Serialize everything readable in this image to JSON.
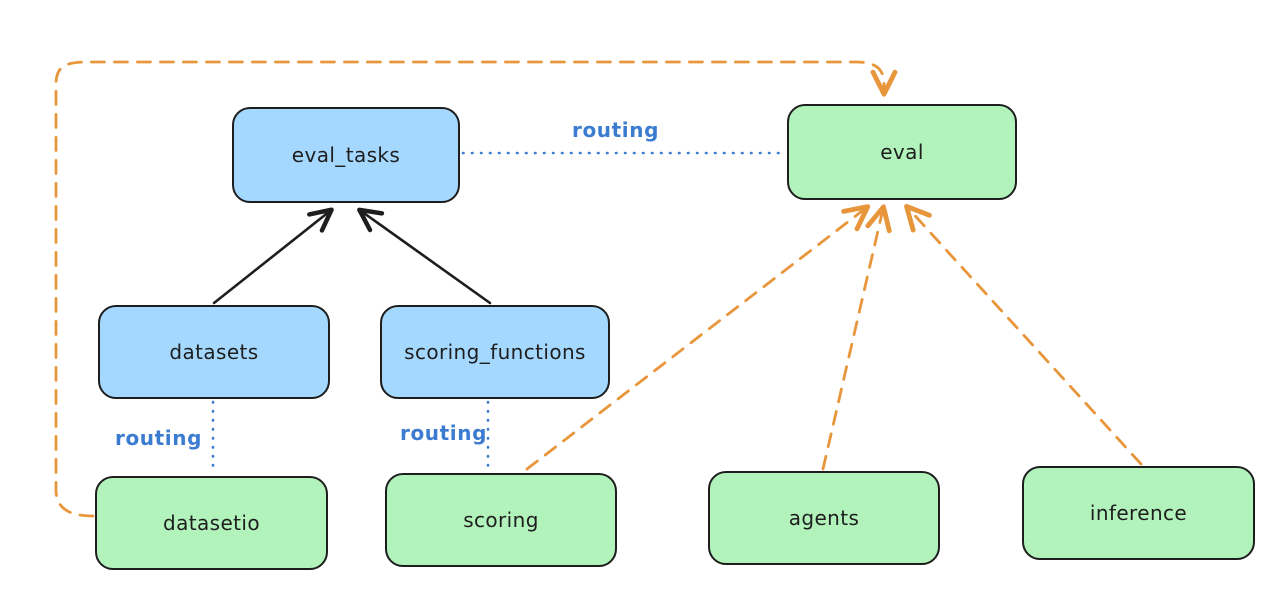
{
  "colors": {
    "background": "#ffffff",
    "node_stroke": "#1e1e1e",
    "blue_fill": "#a5d8ff",
    "green_fill": "#b2f2bb",
    "routing_blue": "#3b7cd0",
    "orange_dashed": "#e8963c",
    "black_arrow": "#1e1e1e"
  },
  "nodes": [
    {
      "id": "eval_tasks",
      "label": "eval_tasks",
      "color": "blue"
    },
    {
      "id": "eval",
      "label": "eval",
      "color": "green"
    },
    {
      "id": "datasets",
      "label": "datasets",
      "color": "blue"
    },
    {
      "id": "scoring_functions",
      "label": "scoring_functions",
      "color": "blue"
    },
    {
      "id": "datasetio",
      "label": "datasetio",
      "color": "green"
    },
    {
      "id": "scoring",
      "label": "scoring",
      "color": "green"
    },
    {
      "id": "agents",
      "label": "agents",
      "color": "green"
    },
    {
      "id": "inference",
      "label": "inference",
      "color": "green"
    }
  ],
  "edges": [
    {
      "from": "datasets",
      "to": "eval_tasks",
      "style": "solid-black-arrow",
      "label": ""
    },
    {
      "from": "scoring_functions",
      "to": "eval_tasks",
      "style": "solid-black-arrow",
      "label": ""
    },
    {
      "from": "eval_tasks",
      "to": "eval",
      "style": "dotted-blue",
      "label": "routing"
    },
    {
      "from": "datasets",
      "to": "datasetio",
      "style": "dotted-blue",
      "label": "routing"
    },
    {
      "from": "scoring_functions",
      "to": "scoring",
      "style": "dotted-blue",
      "label": "routing"
    },
    {
      "from": "datasetio",
      "to": "eval",
      "style": "dashed-orange-arrow",
      "label": ""
    },
    {
      "from": "scoring",
      "to": "eval",
      "style": "dashed-orange-arrow",
      "label": ""
    },
    {
      "from": "agents",
      "to": "eval",
      "style": "dashed-orange-arrow",
      "label": ""
    },
    {
      "from": "inference",
      "to": "eval",
      "style": "dashed-orange-arrow",
      "label": ""
    }
  ]
}
